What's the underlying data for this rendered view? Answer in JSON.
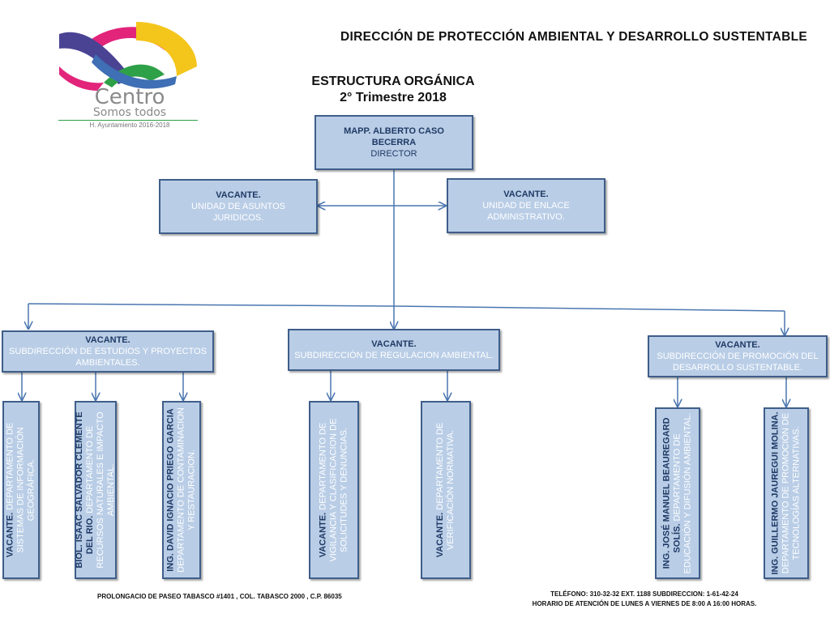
{
  "header": {
    "title": "DIRECCIÓN DE PROTECCIÓN AMBIENTAL Y DESARROLLO SUSTENTABLE",
    "chart_title": "ESTRUCTURA ORGÁNICA",
    "chart_subtitle": "2° Trimestre 2018"
  },
  "logo": {
    "brand": "Centro",
    "slogan": "Somos todos",
    "caption": "H. Ayuntamiento 2016-2018",
    "colors": [
      "#e2247b",
      "#f4c51b",
      "#4a4394",
      "#2ea048",
      "#3f6fb5"
    ]
  },
  "director": {
    "name": "MAPP. ALBERTO CASO BECERRA",
    "role": "DIRECTOR"
  },
  "units": [
    {
      "name": "VACANTE.",
      "role": "UNIDAD DE ASUNTOS JURIDICOS."
    },
    {
      "name": "VACANTE.",
      "role": "UNIDAD DE ENLACE ADMINISTRATIVO."
    }
  ],
  "subdirecciones": [
    {
      "name": "VACANTE.",
      "role": "SUBDIRECCIÓN DE ESTUDIOS Y PROYECTOS AMBIENTALES."
    },
    {
      "name": "VACANTE.",
      "role": "SUBDIRECCIÓN DE REGULACION AMBIENTAL."
    },
    {
      "name": "VACANTE.",
      "role": "SUBDIRECCIÓN DE PROMOCIÓN DEL DESARROLLO SUSTENTABLE."
    }
  ],
  "departamentos": [
    {
      "name": "VACANTE.",
      "role": "DEPARTAMENTO DE SISTEMAS DE INFORMACIÓN GEOGRÁFICA."
    },
    {
      "name": "BIOL. ISAAC SALVADOR CLEMENTE DEL RIO.",
      "role": "DEPARTAMENTO DE RECURSOS NATURALES E IMPACTO AMBIENTAL."
    },
    {
      "name": "ING. DAVID IGNACIO PRIEGO GARCIA",
      "role": "DEPARTAMENTO DE CONTAMINACION Y RESTAURACION."
    },
    {
      "name": "VACANTE.",
      "role": "DEPARTAMENTO DE VIGILANCIA Y CLASIFICACION DE SOLICITUDES Y DENUNCIAS."
    },
    {
      "name": "VACANTE.",
      "role": "DEPARTAMENTO DE VERIFICACIÓN NORMATIVA."
    },
    {
      "name": "ING. JOSÉ MANUEL BEAUREGARD SOLÍS.",
      "role": "DEPARTAMENTO DE EDUCACIÓN Y DIFUSIÓN AMBIENTAL."
    },
    {
      "name": "ING. GUILLERMO JAUREGUI MOLINA.",
      "role": "DEPARTAMENTO DE PROMOCIÓN DE TECNOLOGÍAS ALTERNATIVAS."
    }
  ],
  "footer": {
    "address": "PROLONGACIO DE PASEO TABASCO #1401 , COL. TABASCO 2000 , C.P. 86035",
    "phone": "TELÉFONO: 310-32-32 EXT. 1188 SUBDIRECCION: 1-61-42-24",
    "hours": "HORARIO DE ATENCIÓN DE LUNES A VIERNES DE 8:00 A 16:00 HORAS."
  }
}
